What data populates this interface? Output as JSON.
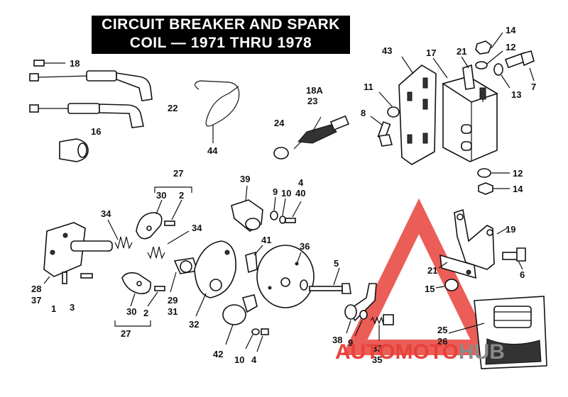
{
  "title": {
    "line1": "CIRCUIT BREAKER AND SPARK",
    "line2": "COIL — 1971 THRU 1978"
  },
  "labels": {
    "p1": "1",
    "p2a": "2",
    "p2b": "2",
    "p3": "3",
    "p4a": "4",
    "p4b": "4",
    "p5": "5",
    "p6": "6",
    "p7": "7",
    "p8": "8",
    "p9a": "9",
    "p9b": "9",
    "p10a": "10",
    "p10b": "10",
    "p11": "11",
    "p12a": "12",
    "p12b": "12",
    "p13": "13",
    "p14a": "14",
    "p14b": "14",
    "p15": "15",
    "p16": "16",
    "p17": "17",
    "p18": "18",
    "p18A": "18A",
    "p19": "19",
    "p21a": "21",
    "p21b": "21",
    "p22": "22",
    "p23": "23",
    "p24": "24",
    "p25": "25",
    "p26": "26",
    "p27a": "27",
    "p27b": "27",
    "p28": "28",
    "p29": "29",
    "p30a": "30",
    "p30b": "30",
    "p31": "31",
    "p32": "32",
    "p33": "33",
    "p34a": "34",
    "p34b": "34",
    "p35": "35",
    "p36": "36",
    "p37": "37",
    "p38": "38",
    "p39": "39",
    "p40": "40",
    "p41": "41",
    "p42": "42",
    "p43": "43",
    "p44": "44"
  },
  "watermark": {
    "part1": "AUTO",
    "part2": "MOTO",
    "part3": "HUB",
    "color_red": "#e8413a",
    "color_gray": "#8a8a8a"
  }
}
